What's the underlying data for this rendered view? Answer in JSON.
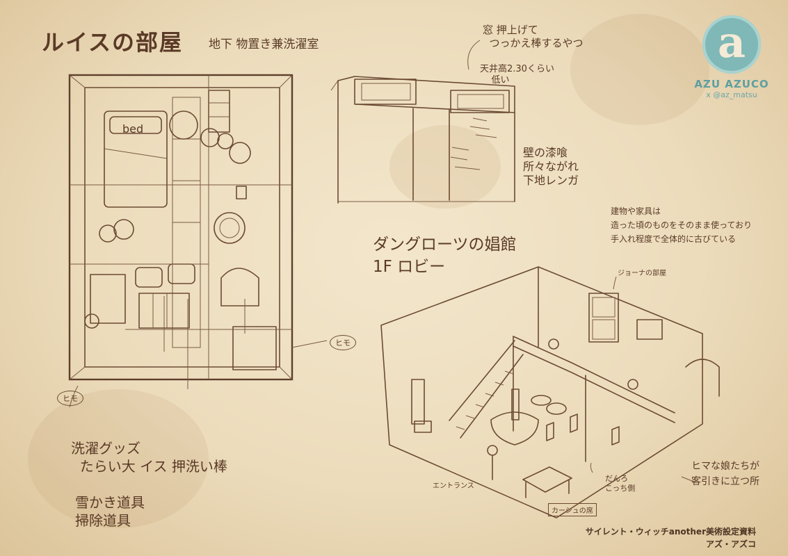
{
  "title": "ルイスの部屋",
  "subtitle": "地下 物置き兼洗濯室",
  "room": {
    "bed_label": "bed",
    "himo_left": "ヒモ",
    "himo_right": "ヒモ",
    "laundry_goods": "洗濯グッズ\n  たらい大 イス 押洗い棒",
    "cleaning_tools": "雪かき道具\n掃除道具"
  },
  "wall_notes": {
    "window_note": "窓 押上げて\n  つっかえ棒するやつ",
    "ceiling_note": "天井高2.30くらい\n    低い",
    "plaster_note": "壁の漆喰\n所々ながれ\n下地レンガ"
  },
  "lobby": {
    "title": "ダングローツの娼館\n1F ロビー",
    "condition_note": "建物や家具は\n造った頃のものをそのまま使っており\n手入れ程度で全体的に古びている",
    "johnny_room": "ジョーナの部屋",
    "entrance": "エントランス",
    "dannro_note": "だんろ\nこっち側",
    "girls_note": "ヒマな娘たちが\n客引きに立つ所",
    "karushu_seat": "カーシュの席"
  },
  "logo": {
    "letter": "a",
    "name": "AZU AZUCO",
    "handle": "x @az_matsu"
  },
  "credit": {
    "line1": "サイレント・ウィッチanother美術設定資料",
    "line2": "アズ・アズコ"
  },
  "colors": {
    "paper": "#ecdcbc",
    "ink": "#5a3a26",
    "logo": "#7fb8b6"
  }
}
